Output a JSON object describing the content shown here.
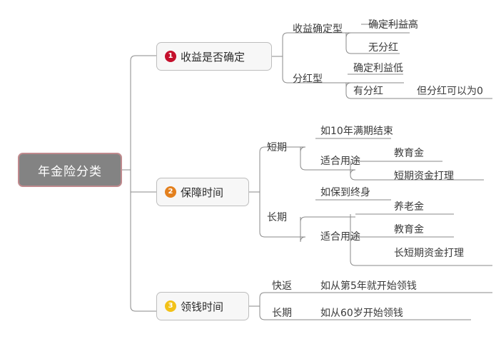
{
  "diagram": {
    "type": "mind-map",
    "title": "年金险分类",
    "root": {
      "label": "年金险分类"
    },
    "branches": [
      {
        "index": "1",
        "label": "收益是否确定",
        "badge_color": "#c4102c",
        "children": [
          {
            "label": "收益确定型",
            "children": [
              {
                "label": "确定利益高"
              },
              {
                "label": "无分红"
              }
            ]
          },
          {
            "label": "分红型",
            "children": [
              {
                "label": "确定利益低"
              },
              {
                "label": "有分红",
                "note": "但分红可以为0"
              }
            ]
          }
        ]
      },
      {
        "index": "2",
        "label": "保障时间",
        "badge_color": "#e3801e",
        "children": [
          {
            "label": "短期",
            "children": [
              {
                "label": "如10年满期结束"
              },
              {
                "label": "适合用途",
                "children": [
                  {
                    "label": "教育金"
                  },
                  {
                    "label": "短期资金打理"
                  }
                ]
              }
            ]
          },
          {
            "label": "长期",
            "children": [
              {
                "label": "如保到终身"
              },
              {
                "label": "适合用途",
                "children": [
                  {
                    "label": "养老金"
                  },
                  {
                    "label": "教育金"
                  },
                  {
                    "label": "长短期资金打理"
                  }
                ]
              }
            ]
          }
        ]
      },
      {
        "index": "3",
        "label": "领钱时间",
        "badge_color": "#f2c117",
        "children": [
          {
            "label": "快返",
            "children": [
              {
                "label": "如从第5年就开始领钱"
              }
            ]
          },
          {
            "label": "长期",
            "children": [
              {
                "label": "如从60岁开始领钱"
              }
            ]
          }
        ]
      }
    ],
    "labels": {
      "b1_c1": "收益确定型",
      "b1_c1_g1": "确定利益高",
      "b1_c1_g2": "无分红",
      "b1_c2": "分红型",
      "b1_c2_g1": "确定利益低",
      "b1_c2_g2": "有分红",
      "b1_c2_g2_note": "但分红可以为0",
      "b2_c1": "短期",
      "b2_c1_g1": "如10年满期结束",
      "b2_c1_g2": "适合用途",
      "b2_c1_g2_h1": "教育金",
      "b2_c1_g2_h2": "短期资金打理",
      "b2_c2": "长期",
      "b2_c2_g1": "如保到终身",
      "b2_c2_g2": "适合用途",
      "b2_c2_g2_h1": "养老金",
      "b2_c2_g2_h2": "教育金",
      "b2_c2_g2_h3": "长短期资金打理",
      "b3_c1": "快返",
      "b3_c1_g1": "如从第5年就开始领钱",
      "b3_c2": "长期",
      "b3_c2_g1": "如从60岁开始领钱"
    },
    "colors": {
      "root_fill": "#838383",
      "root_border": "#c08a8e",
      "node_fill": "#f7f7f7",
      "node_border": "#bdbdbd",
      "line": "#8a8a8a",
      "text": "#3a3a3a"
    }
  }
}
